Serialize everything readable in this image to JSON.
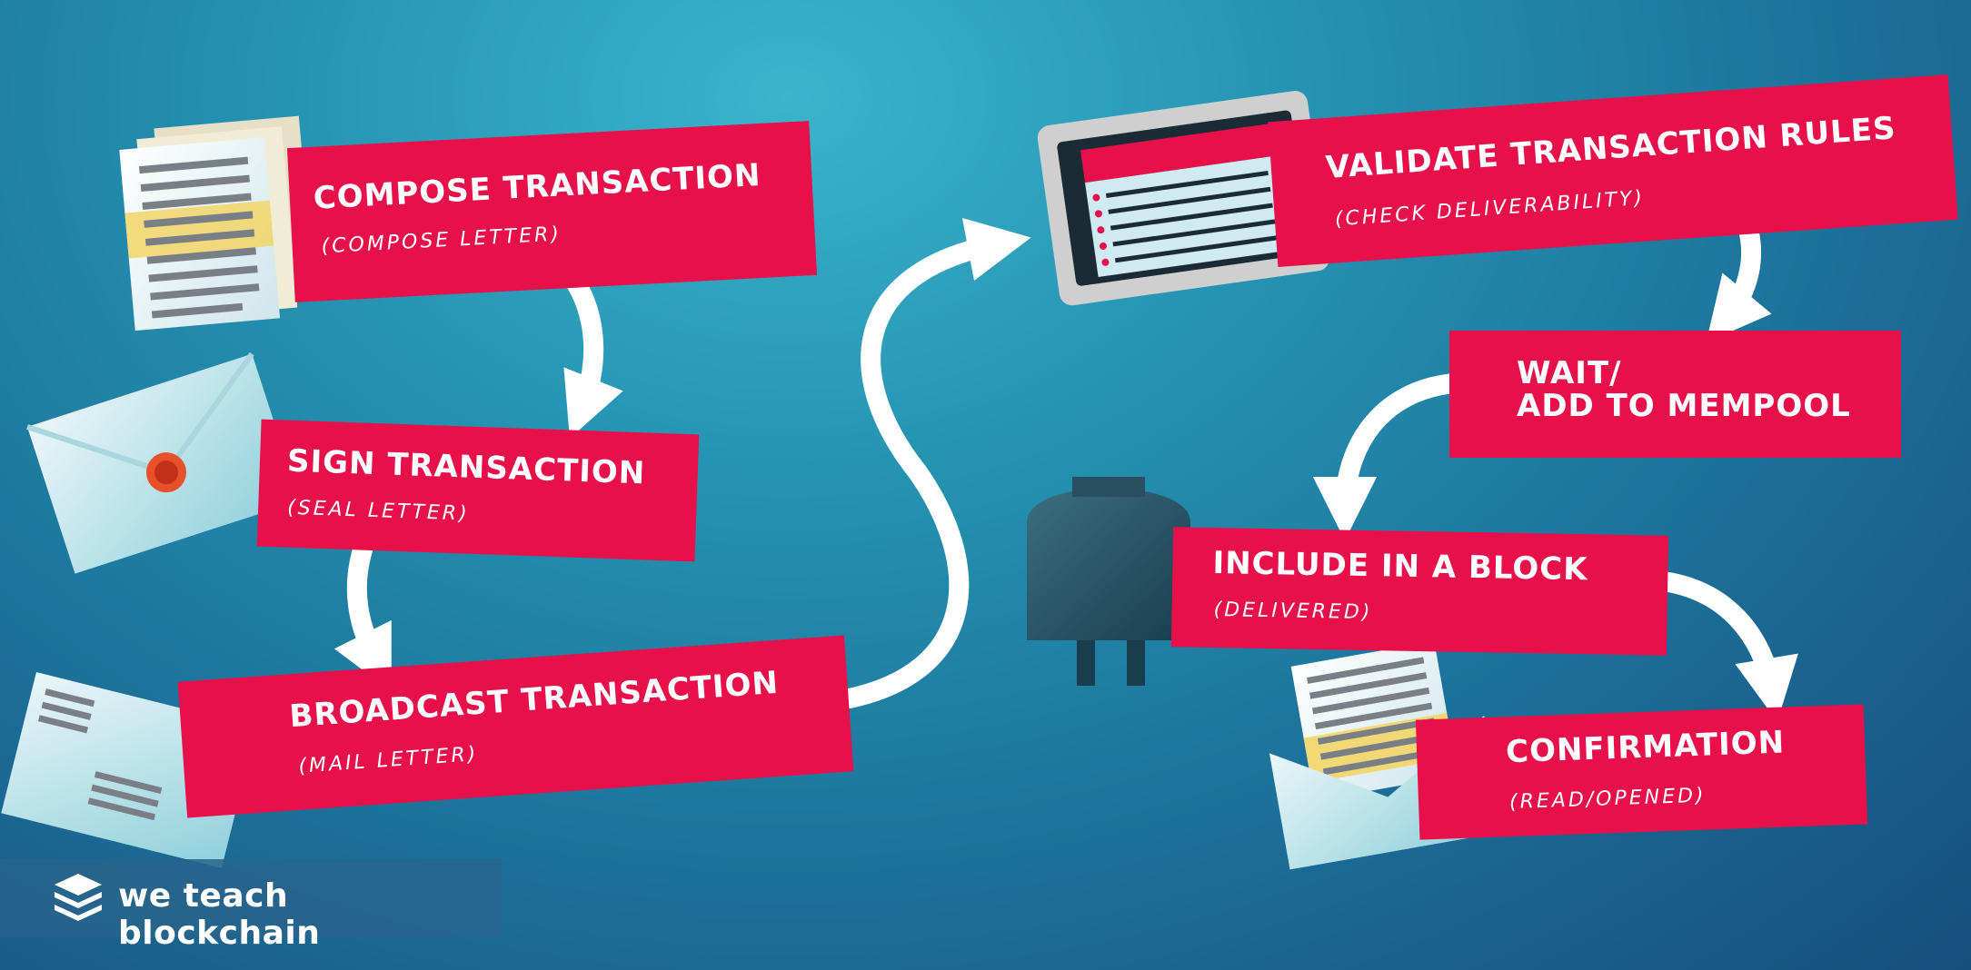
{
  "steps": [
    {
      "title": "COMPOSE TRANSACTION",
      "subtitle": "(COMPOSE LETTER)"
    },
    {
      "title": "SIGN TRANSACTION",
      "subtitle": "(SEAL LETTER)"
    },
    {
      "title": "BROADCAST TRANSACTION",
      "subtitle": "(MAIL LETTER)"
    },
    {
      "title": "VALIDATE TRANSACTION RULES",
      "subtitle": "(CHECK DELIVERABILITY)"
    },
    {
      "title": "WAIT/\nADD TO MEMPOOL"
    },
    {
      "title": "INCLUDE IN A BLOCK",
      "subtitle": "(DELIVERED)"
    },
    {
      "title": "CONFIRMATION",
      "subtitle": "(READ/OPENED)"
    }
  ],
  "brand": {
    "name": "we teach blockchain"
  },
  "colors": {
    "banner": "#e8104a",
    "arrow": "#ffffff",
    "background": "#2594b2"
  },
  "icons": [
    "letter-pages-icon",
    "sealed-envelope-icon",
    "mailing-envelope-icon",
    "checklist-screen-icon",
    "mailbox-icon",
    "open-envelope-icon",
    "stacked-blocks-logo-icon"
  ]
}
